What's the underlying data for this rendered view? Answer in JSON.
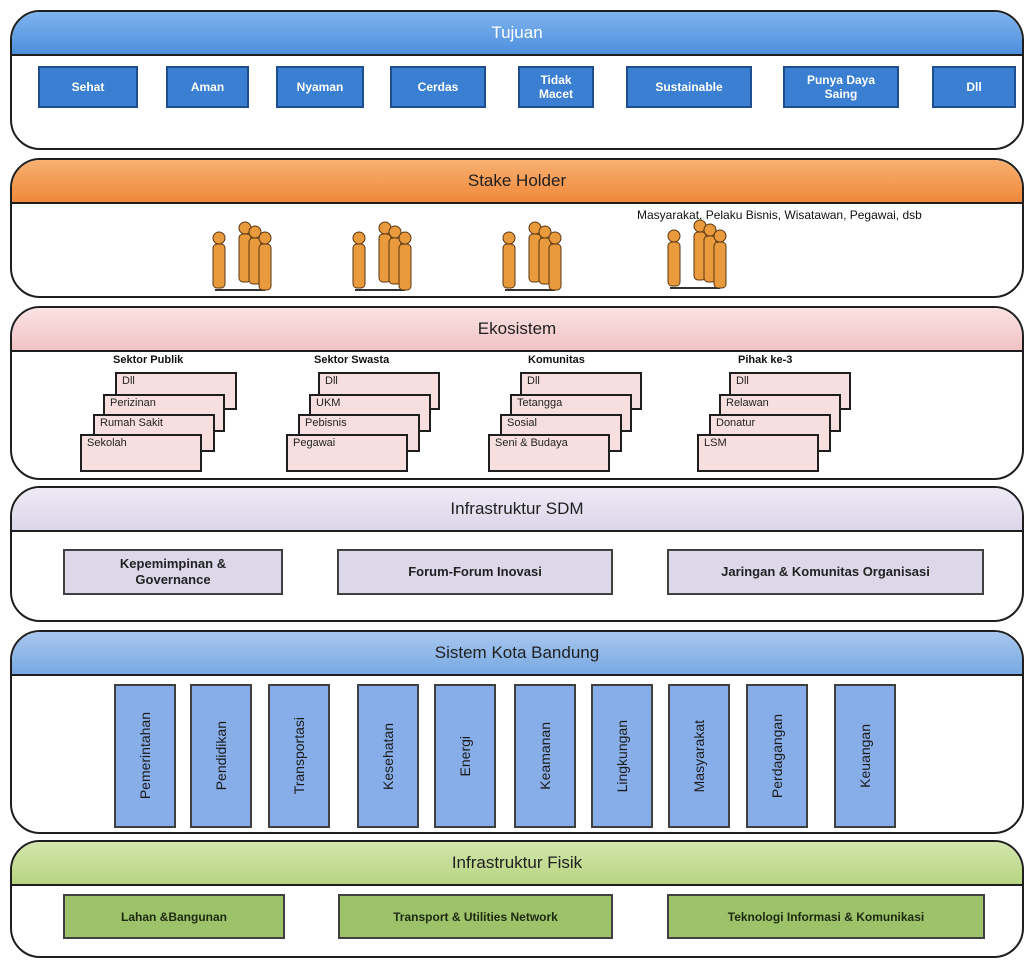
{
  "tujuan": {
    "title": "Tujuan",
    "items": [
      "Sehat",
      "Aman",
      "Nyaman",
      "Cerdas",
      "Tidak Macet",
      "Sustainable",
      "Punya Daya Saing",
      "Dll"
    ]
  },
  "stakeholder": {
    "title": "Stake Holder",
    "caption": "Masyarakat, Pelaku Bisnis, Wisatawan, Pegawai, dsb"
  },
  "ekosistem": {
    "title": "Ekosistem",
    "sectors": [
      {
        "title": "Sektor Publik",
        "items": [
          "Dll",
          "Perizinan",
          "Rumah Sakit",
          "Sekolah"
        ]
      },
      {
        "title": "Sektor Swasta",
        "items": [
          "Dll",
          "UKM",
          "Pebisnis",
          "Pegawai"
        ]
      },
      {
        "title": "Komunitas",
        "items": [
          "Dll",
          "Tetangga",
          "Sosial",
          "Seni & Budaya"
        ]
      },
      {
        "title": "Pihak ke-3",
        "items": [
          "Dll",
          "Relawan",
          "Donatur",
          "LSM"
        ]
      }
    ]
  },
  "sdm": {
    "title": "Infrastruktur SDM",
    "items": [
      "Kepemimpinan & Governance",
      "Forum-Forum Inovasi",
      "Jaringan & Komunitas Organisasi"
    ]
  },
  "sistem": {
    "title": "Sistem Kota Bandung",
    "items": [
      "Pemerintahan",
      "Pendidikan",
      "Transportasi",
      "Kesehatan",
      "Energi",
      "Keamanan",
      "Lingkungan",
      "Masyarakat",
      "Perdagangan",
      "Keuangan"
    ]
  },
  "fisik": {
    "title": "Infrastruktur Fisik",
    "items": [
      "Lahan &Bangunan",
      "Transport & Utilities Network",
      "Teknologi Informasi & Komunikasi"
    ]
  },
  "colors": {
    "person": "#e89a3c",
    "goal_blue": "#3a7fd1",
    "system_blue": "#87aee8",
    "card_pink": "#f7dfe0",
    "sdm_lavender": "#ddd7ea",
    "fisik_green": "#9cc26a"
  }
}
